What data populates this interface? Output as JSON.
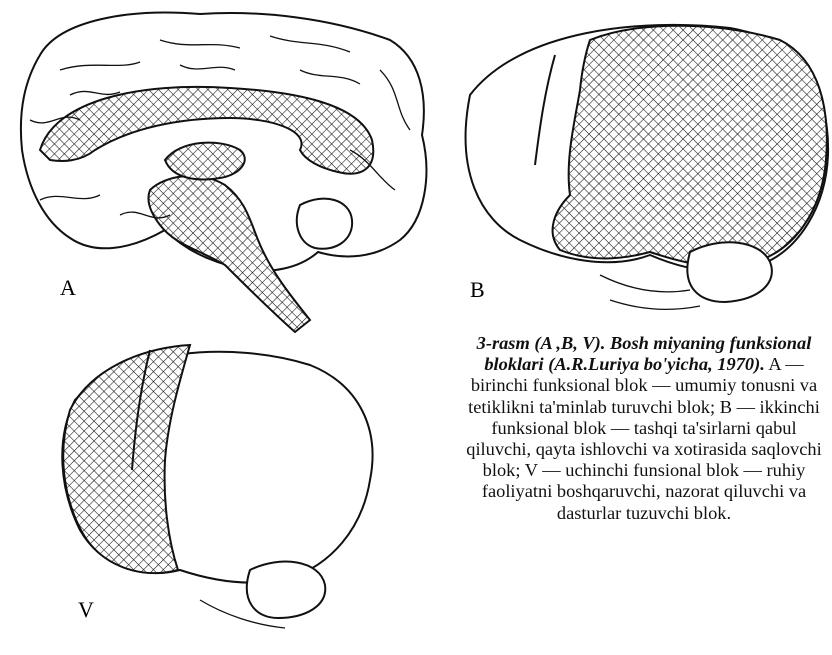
{
  "labels": {
    "a": "A",
    "b": "B",
    "v": "V"
  },
  "caption": {
    "bold": "3-rasm (A ,B, V). Bosh miyaning funksional bloklari (A.R.Luriya bo'yicha, 1970).",
    "body": " A — birinchi funksional blok — umumiy tonusni va tetiklikni ta'minlab turuvchi blok; B — ikkinchi funksional blok — tashqi ta'sirlarni qabul qiluvchi, qayta ishlovchi va xotirasida saqlovchi blok; V — uchinchi funsional blok — ruhiy faoliyatni boshqaruvchi, nazorat qiluvchi va dasturlar tuzuvchi blok."
  },
  "colors": {
    "ink": "#111111",
    "paper": "#ffffff"
  }
}
